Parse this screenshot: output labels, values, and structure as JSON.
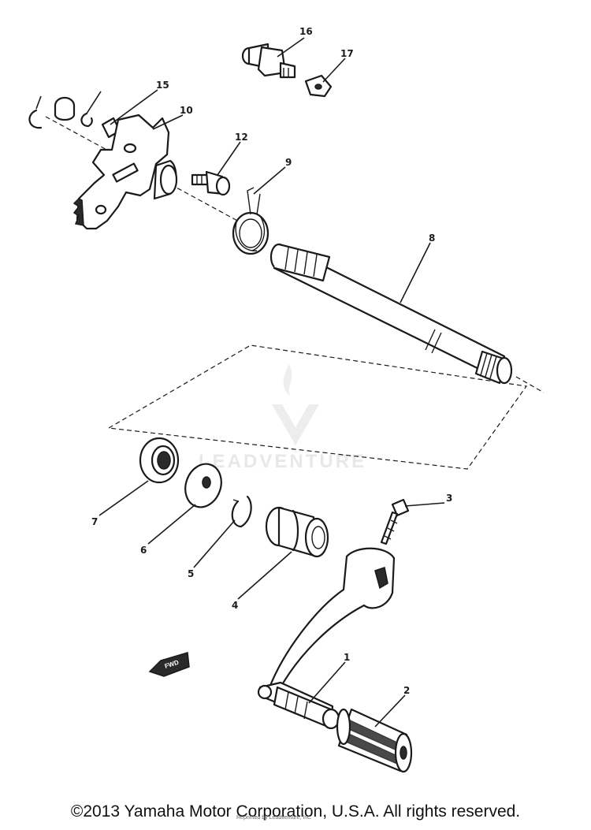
{
  "callouts": {
    "c1": "1",
    "c2": "2",
    "c3": "3",
    "c4": "4",
    "c5": "5",
    "c6": "6",
    "c7": "7",
    "c8": "8",
    "c9": "9",
    "c10": "10",
    "c12": "12",
    "c15": "15",
    "c16": "16",
    "c17": "17"
  },
  "watermark": "LEADVENTURE",
  "fwd_label": "FWD",
  "copyright": "©2013 Yamaha Motor Corporation, U.S.A. All rights reserved.",
  "stamp": "Reprinted by Leadventure, Inc."
}
